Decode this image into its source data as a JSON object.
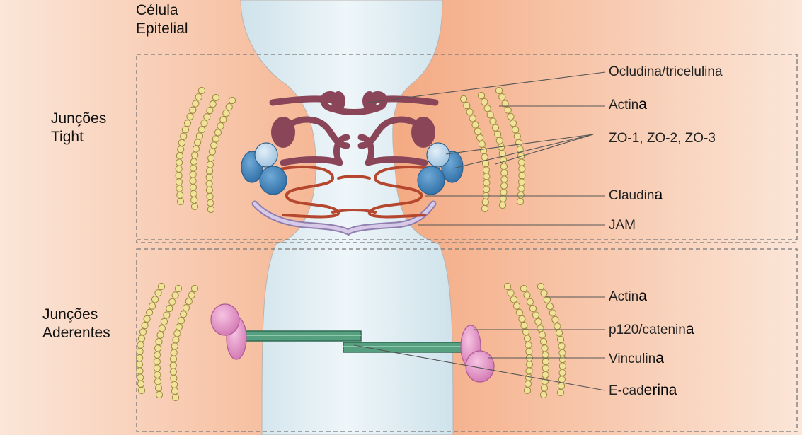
{
  "title": {
    "line1": "Célula",
    "line2": "Epitelial"
  },
  "sections": {
    "tight": {
      "line1": "Junções",
      "line2": "Tight"
    },
    "adherens": {
      "line1": "Junções",
      "line2": "Aderentes"
    }
  },
  "labels": {
    "occludin": {
      "main": "Ocludina/tricelulina",
      "suffix": ""
    },
    "actin_tight": {
      "main": "Actin",
      "suffix": "a"
    },
    "zo": {
      "main": "ZO-1, ZO-2, ZO-3",
      "suffix": ""
    },
    "claudin": {
      "main": "Claudin",
      "suffix": "a"
    },
    "jam": {
      "main": "JAM",
      "suffix": ""
    },
    "actin_adherens": {
      "main": "Actin",
      "suffix": "a"
    },
    "p120": {
      "main": "p120/catenin",
      "suffix": "a"
    },
    "vinculin": {
      "main": "Vinculin",
      "suffix": "a"
    },
    "ecadherin": {
      "main": "E-cad",
      "suffix": "erina"
    }
  },
  "colors": {
    "cytoplasm": "#f4b08a",
    "intercellular_space": "#dbeaf1",
    "occludin": "#8c4a5c",
    "claudin": "#c4543c",
    "jam": "#c5b4d8",
    "zo_dark": "#3b7fb8",
    "zo_light": "#b5d3ea",
    "actin": "#f1e29a",
    "catenin": "#e08cc2",
    "cadherin": "#4f9a7c"
  }
}
